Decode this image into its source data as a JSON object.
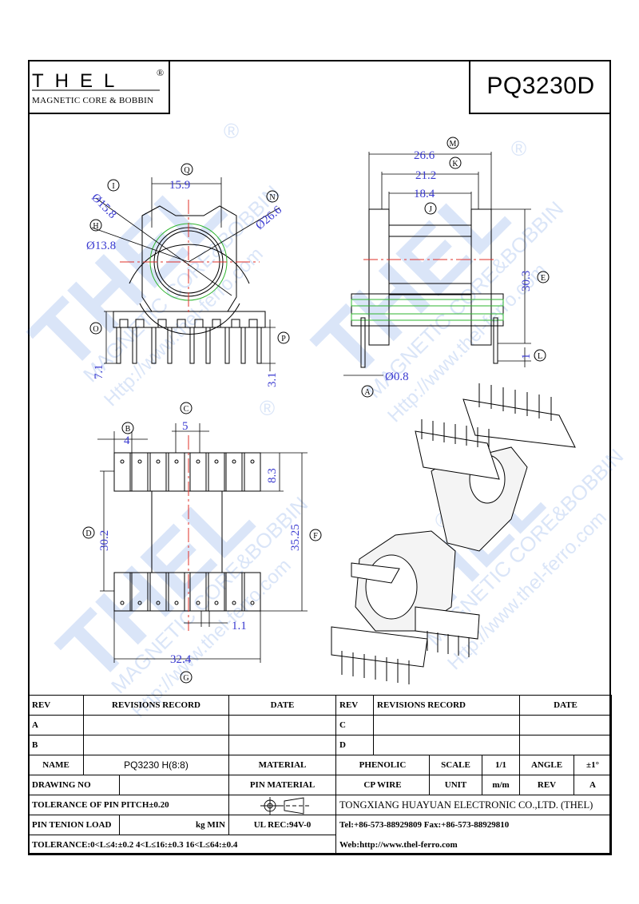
{
  "header": {
    "brand": "THEL",
    "brand_sub": "MAGNETIC CORE & BOBBIN",
    "registered_mark": "®",
    "part_number": "PQ3230D"
  },
  "watermark": {
    "line1": "THEL",
    "line2": "MAGNETIC CORE&BOBBIN",
    "line3": "Http://www.thel-ferro.com",
    "mark": "®"
  },
  "dimensions": {
    "Q": "15.9",
    "I": "Ø15.8",
    "N": "Ø26.6",
    "H": "Ø13.8",
    "O": "7.1",
    "P": "3.1",
    "M": "26.6",
    "K": "21.2",
    "J": "18.4",
    "E": "30.3",
    "L": "1",
    "A": "Ø0.8",
    "B": "4",
    "C": "5",
    "F": "35.25",
    "D": "30.2",
    "S": "8.3",
    "T": "1.1",
    "G": "32.4"
  },
  "callouts": [
    "Q",
    "I",
    "N",
    "H",
    "O",
    "P",
    "M",
    "K",
    "J",
    "E",
    "L",
    "A",
    "B",
    "C",
    "D",
    "F",
    "G"
  ],
  "title_block": {
    "rev_header": "REV",
    "revisions_header": "REVISIONS RECORD",
    "date_header": "DATE",
    "rev_a": "A",
    "rev_b": "B",
    "rev_c": "C",
    "rev_d": "D",
    "name_label": "NAME",
    "name_value": "PQ3230 H(8:8)",
    "material_label": "MATERIAL",
    "material_value": "PHENOLIC",
    "scale_label": "SCALE",
    "scale_value": "1/1",
    "angle_label": "ANGLE",
    "angle_value": "±1°",
    "drawing_no_label": "DRAWING NO",
    "pin_material_label": "PIN MATERIAL",
    "pin_material_value": "CP WIRE",
    "unit_label": "UNIT",
    "unit_value": "m/m",
    "rev_label": "REV",
    "rev_value": "A",
    "tolerance_pitch": "TOLERANCE OF PIN PITCH±0.20",
    "company": "TONGXIANG HUAYUAN ELECTRONIC CO.,LTD.  (THEL)",
    "pin_tension_label": "PIN TENION LOAD",
    "pin_tension_unit": "kg MIN",
    "ul_rec": "UL REC:94V-0",
    "contact": "Tel:+86-573-88929809 Fax:+86-573-88929810",
    "tolerance": "TOLERANCE:0<L≤4:±0.2  4<L≤16:±0.3  16<L≤64:±0.4",
    "web": "Web:http://www.thel-ferro.com"
  }
}
